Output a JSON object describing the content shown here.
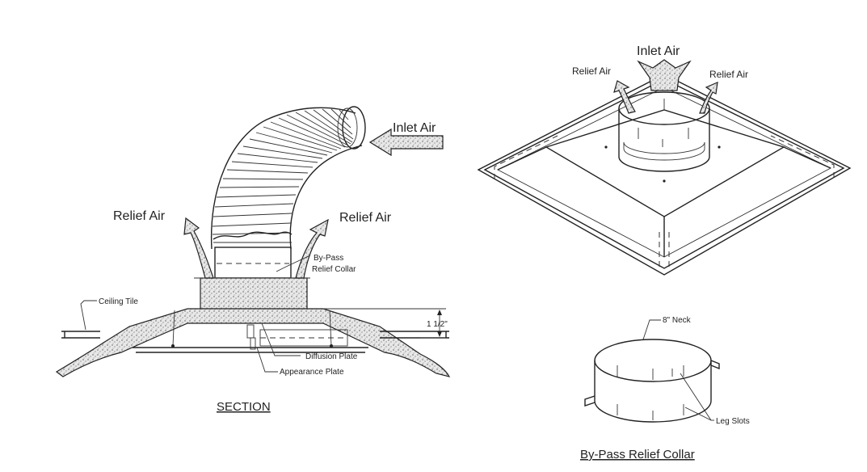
{
  "section": {
    "caption": "SECTION",
    "inlet_air": "Inlet Air",
    "relief_air_left": "Relief Air",
    "relief_air_right": "Relief Air",
    "bypass_collar_line1": "By-Pass",
    "bypass_collar_line2": "Relief Collar",
    "ceiling_tile": "Ceiling Tile",
    "dimension": "1 1/2\"",
    "diffusion_plate": "Diffusion Plate",
    "appearance_plate": "Appearance Plate"
  },
  "iso": {
    "inlet_air": "Inlet Air",
    "relief_air_left": "Relief Air",
    "relief_air_right": "Relief Air"
  },
  "collar": {
    "caption": "By-Pass Relief Collar",
    "neck": "8\" Neck",
    "leg_slots": "Leg Slots"
  },
  "colors": {
    "ink": "#222222",
    "background": "#ffffff"
  }
}
